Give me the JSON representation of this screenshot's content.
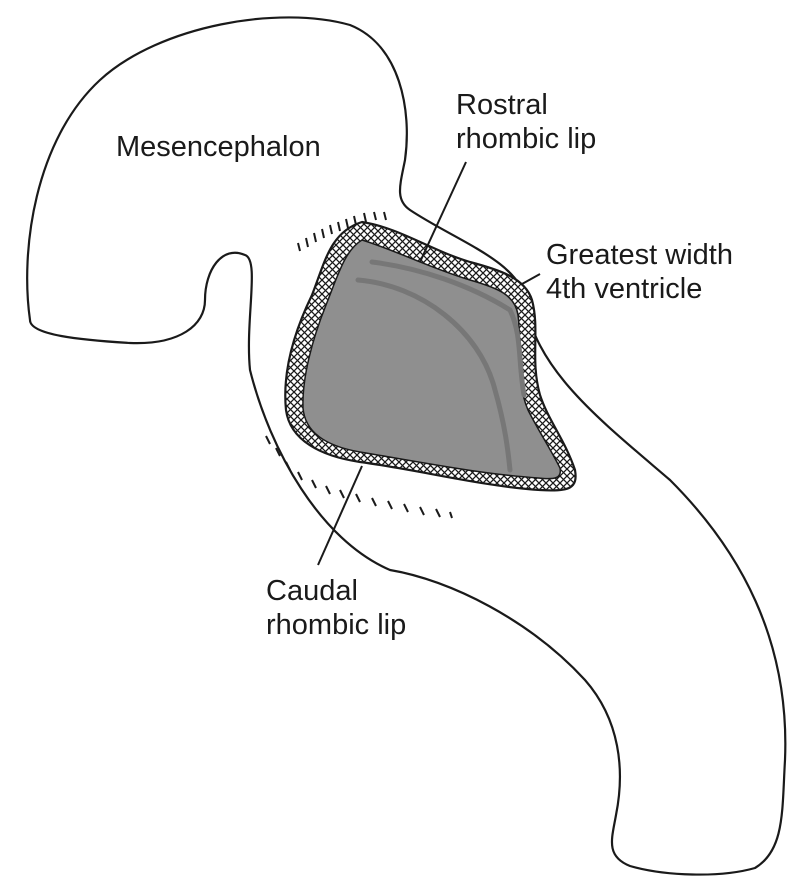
{
  "figure": {
    "labels": {
      "mesencephalon": "Mesencephalon",
      "rostral_line1": "Rostral",
      "rostral_line2": "rhombic lip",
      "greatest_line1": "Greatest width",
      "greatest_line2": "4th ventricle",
      "caudal_line1": "Caudal",
      "caudal_line2": "rhombic lip"
    },
    "colors": {
      "outline": "#1a1a1a",
      "ventricle_fill": "#8f8f8f",
      "ventricle_fold": "#777777",
      "lip_hatch": "#1a1a1a",
      "background": "#ffffff"
    }
  }
}
